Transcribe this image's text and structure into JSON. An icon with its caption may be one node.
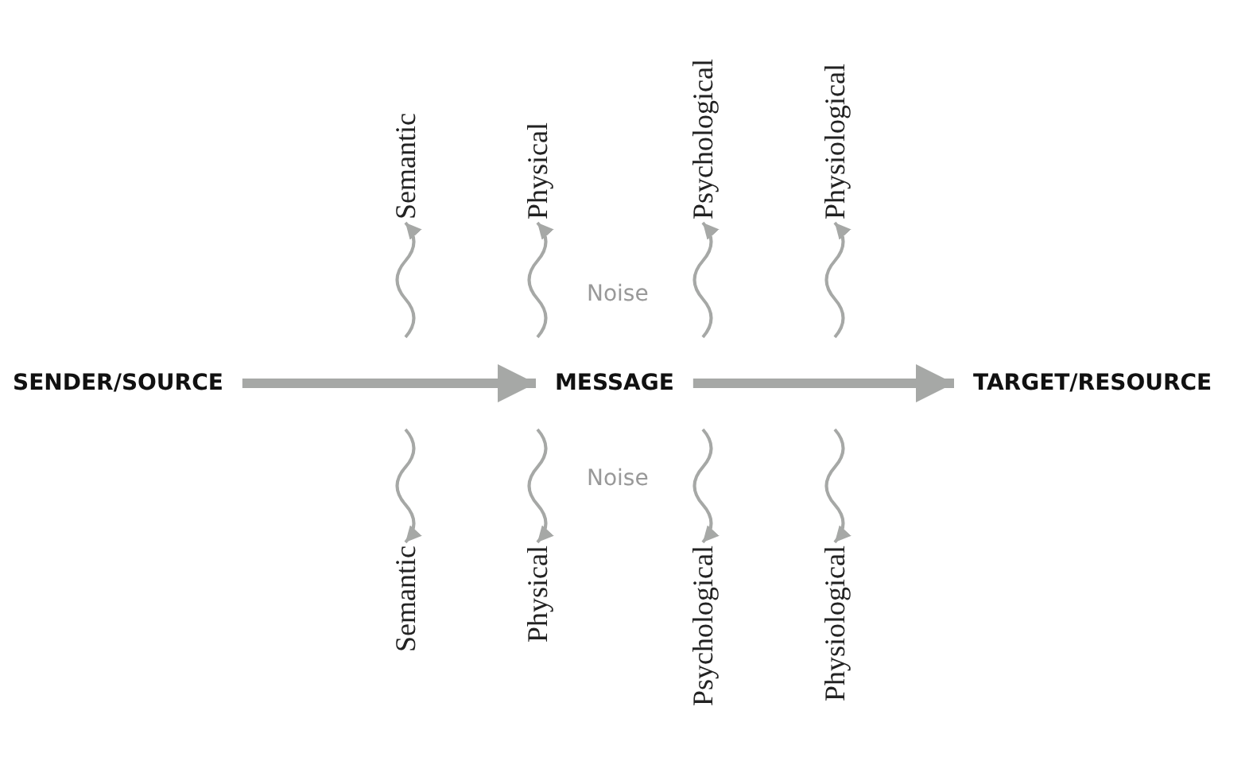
{
  "diagram": {
    "nodes": [
      {
        "text": [
          "SENDER/SOURCE"
        ]
      },
      {
        "text": [
          "MESSAGE"
        ]
      },
      {
        "text": [
          "TARGET/RESOURCE"
        ]
      },
      {
        "text": [
          "Semantic"
        ]
      },
      {
        "text": [
          "Physical"
        ]
      },
      {
        "text": [
          "Psychological"
        ]
      },
      {
        "text": [
          "Physiological"
        ]
      },
      {
        "text": [
          "Semantic"
        ]
      },
      {
        "text": [
          "Physical"
        ]
      },
      {
        "text": [
          "Psychological"
        ]
      },
      {
        "text": [
          "Physiological"
        ]
      }
    ],
    "edges": [
      {
        "from": 0,
        "to": 1,
        "arrow": "to",
        "style": "thick"
      },
      {
        "from": 1,
        "to": 2,
        "arrow": "to",
        "style": "thick"
      },
      {
        "from": null,
        "to": 3,
        "arrow": "to"
      },
      {
        "from": null,
        "to": 4,
        "arrow": "to"
      },
      {
        "from": null,
        "to": 5,
        "arrow": "to"
      },
      {
        "from": null,
        "to": 6,
        "arrow": "to"
      },
      {
        "from": null,
        "to": 7,
        "arrow": "to"
      },
      {
        "from": null,
        "to": 8,
        "arrow": "to"
      },
      {
        "from": null,
        "to": 9,
        "arrow": "to"
      },
      {
        "from": null,
        "to": 10,
        "arrow": "to"
      }
    ],
    "labels": [
      "Noise",
      "Noise"
    ]
  }
}
